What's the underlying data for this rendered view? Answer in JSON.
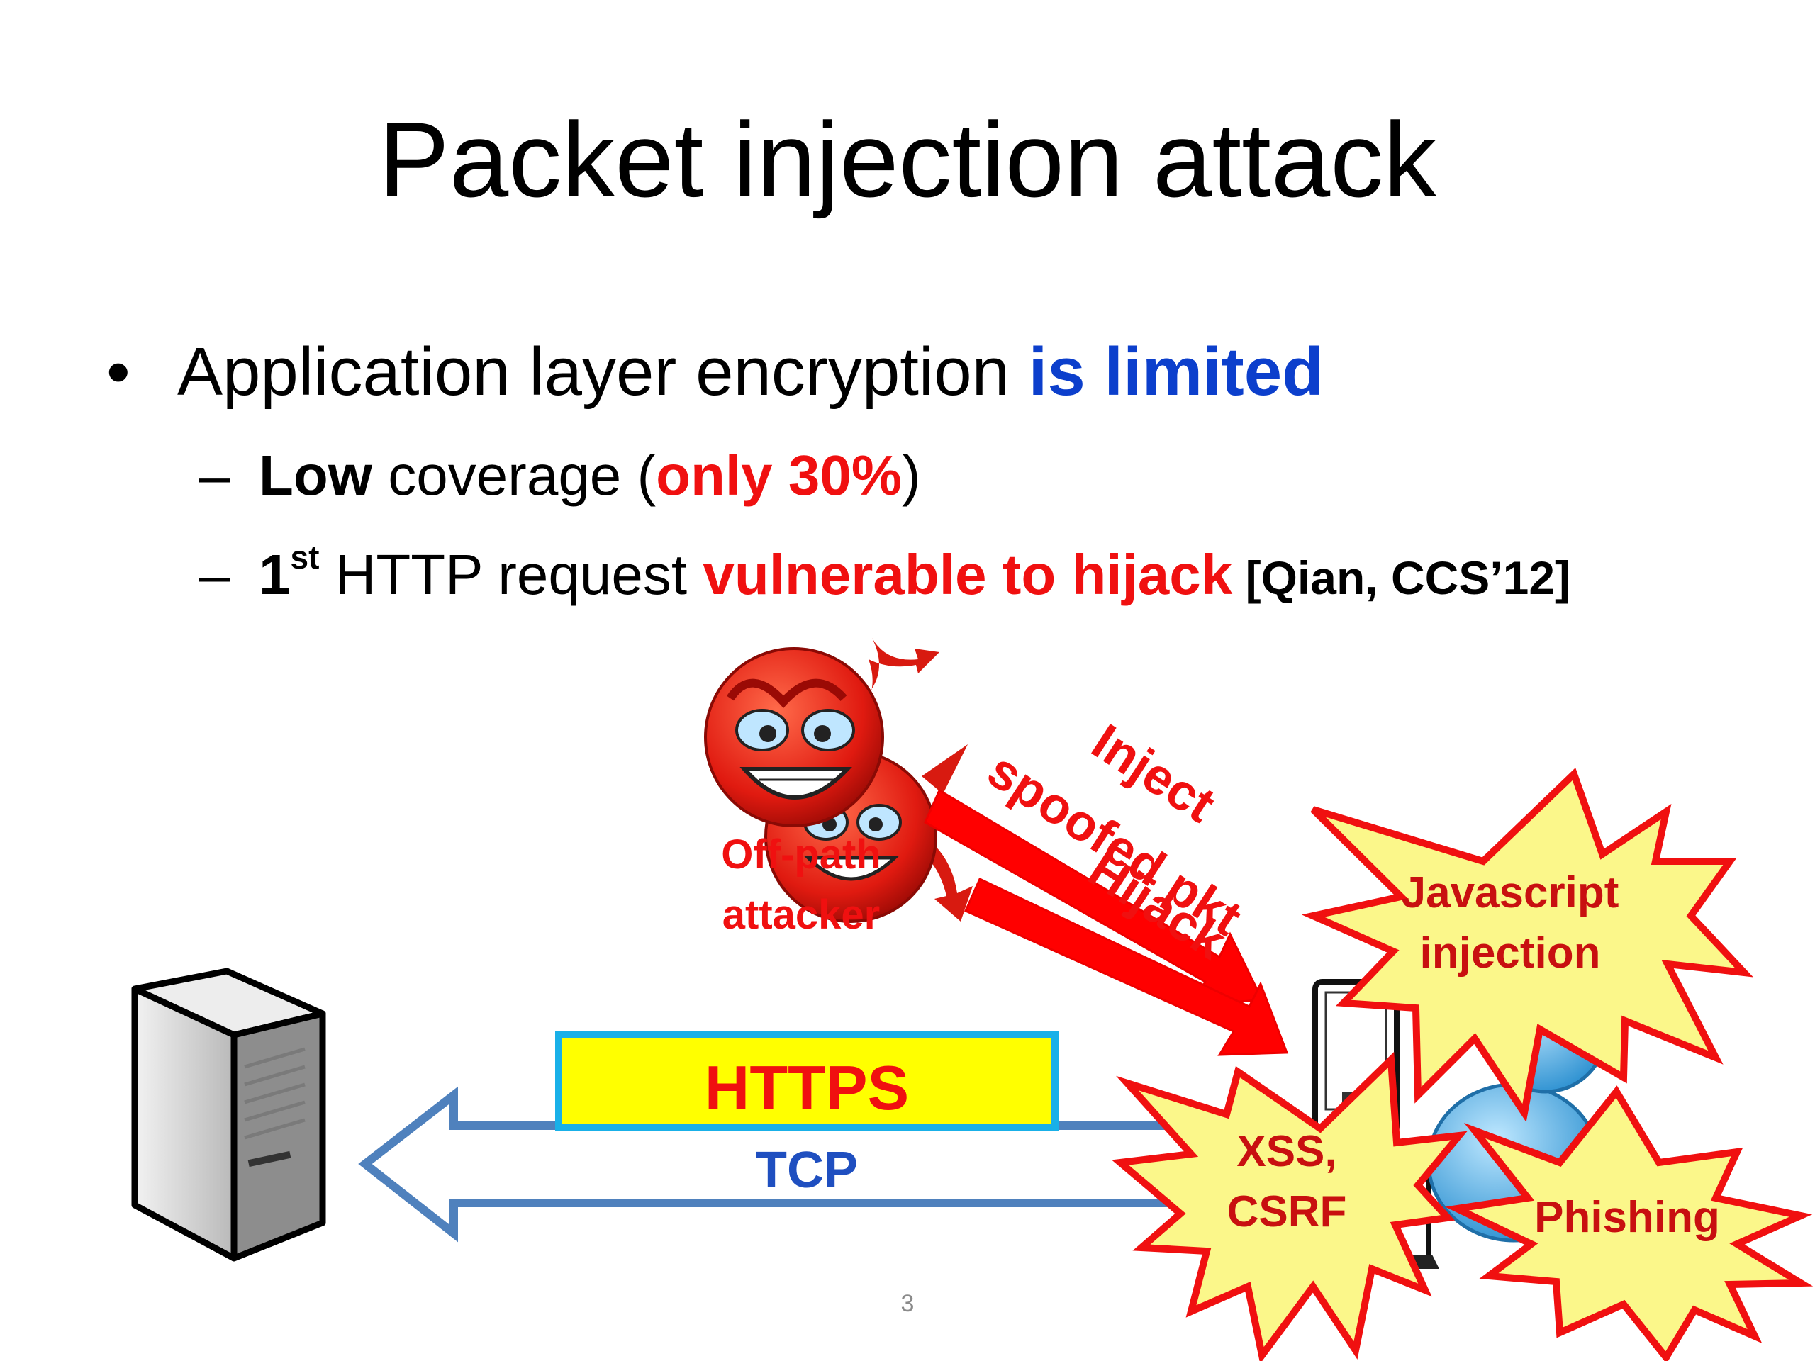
{
  "slide": {
    "title": "Packet injection attack",
    "page_number": "3"
  },
  "bullets": {
    "main": {
      "marker": "•",
      "text": "Application layer encryption ",
      "highlight": "is limited"
    },
    "sub1": {
      "marker": "–",
      "bold": "Low",
      "text": " coverage (",
      "highlight": "only 30%",
      "tail": ")"
    },
    "sub2": {
      "marker": "–",
      "num": "1",
      "sup": "st",
      "text": " HTTP request ",
      "highlight": "vulnerable to hijack",
      "cite": " [Qian, CCS’12]"
    }
  },
  "diagram": {
    "attacker_label_line1": "Off-path",
    "attacker_label_line2": "attacker",
    "inject_line1": "Inject",
    "inject_line2": "spoofed pkt",
    "hijack": "Hijack",
    "https": "HTTPS",
    "tcp": "TCP",
    "burst_js_line1": "Javascript",
    "burst_js_line2": "injection",
    "burst_xss_line1": "XSS,",
    "burst_xss_line2": "CSRF",
    "burst_phishing": "Phishing"
  },
  "colors": {
    "accent_red": "#f01010",
    "accent_blue": "#0c3fcc",
    "arrow_blue": "#4f81bd",
    "https_yellow": "#ffff00",
    "https_border": "#19b0e8",
    "burst_fill": "#fbf78a"
  }
}
